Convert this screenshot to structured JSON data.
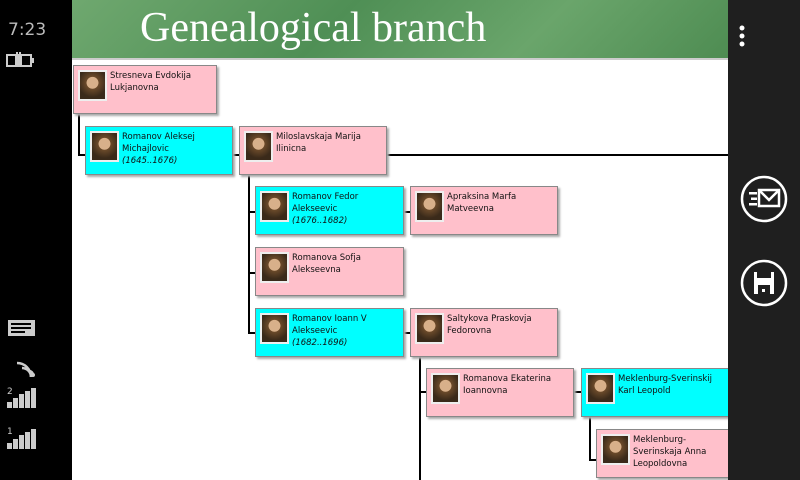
{
  "status": {
    "time": "7:23",
    "sim1": "1",
    "sim2": "2"
  },
  "header": {
    "title": "Genealogical branch"
  },
  "people": [
    {
      "name": "Stresneva Evdokija Lukjanovna",
      "dates": "",
      "gender": "f"
    },
    {
      "name": "Romanov Aleksej Michajlovic",
      "dates": "(1645..1676)",
      "gender": "m"
    },
    {
      "name": "Miloslavskaja Marija Ilinicna",
      "dates": "",
      "gender": "f"
    },
    {
      "name": "Romanov Fedor Alekseevic",
      "dates": "(1676..1682)",
      "gender": "m"
    },
    {
      "name": "Apraksina Marfa Matveevna",
      "dates": "",
      "gender": "f"
    },
    {
      "name": "Romanova Sofja Alekseevna",
      "dates": "",
      "gender": "f"
    },
    {
      "name": "Romanov Ioann V Alekseevic",
      "dates": "(1682..1696)",
      "gender": "m"
    },
    {
      "name": "Saltykova Praskovja Fedorovna",
      "dates": "",
      "gender": "f"
    },
    {
      "name": "Romanova Ekaterina Ioannovna",
      "dates": "",
      "gender": "f"
    },
    {
      "name": "Meklenburg-Sverinskij Karl Leopold",
      "dates": "",
      "gender": "m"
    },
    {
      "name": "Meklenburg-Sverinskaja Anna Leopoldovna",
      "dates": "",
      "gender": "f"
    }
  ],
  "colors": {
    "female": "#ffc0cb",
    "male": "#00ffff"
  }
}
